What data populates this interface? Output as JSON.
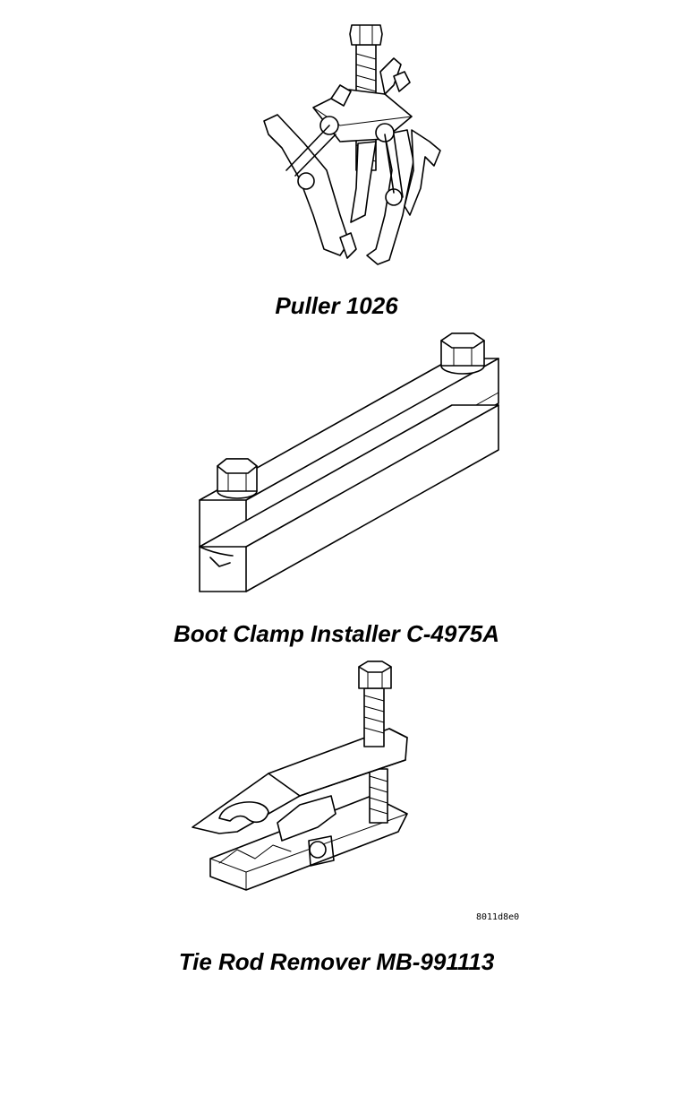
{
  "tools": [
    {
      "caption": "Puller 1026",
      "icon": "three-jaw-puller-icon"
    },
    {
      "caption": "Boot Clamp Installer C-4975A",
      "icon": "boot-clamp-installer-icon"
    },
    {
      "caption": "Tie Rod Remover MB-991113",
      "icon": "tie-rod-remover-icon"
    }
  ],
  "figure_ref": "8011d8e0"
}
